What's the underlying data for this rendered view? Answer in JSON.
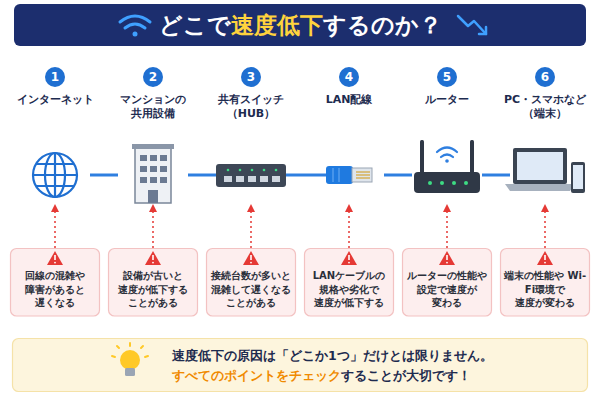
{
  "diagram": {
    "title": "どこで速度低下するのか？",
    "nodes": [
      {
        "text": [
          "1",
          "インターネット"
        ]
      },
      {
        "text": [
          "2",
          "マンションの 共用設備"
        ]
      },
      {
        "text": [
          "3",
          "共有スイッチ （HUB）"
        ]
      },
      {
        "text": [
          "4",
          "LAN配線"
        ]
      },
      {
        "text": [
          "5",
          "ルーター"
        ]
      },
      {
        "text": [
          "6",
          "PC・スマホなど （端末）"
        ]
      },
      {
        "text": [
          "回線の混雑や 障害があると 遅くなる"
        ]
      },
      {
        "text": [
          "設備が古いと 速度が低下する ことがある"
        ]
      },
      {
        "text": [
          "接続台数が多いと 混雑して遅くなる ことがある"
        ]
      },
      {
        "text": [
          "LANケーブルの 規格や劣化で 速度が低下する"
        ]
      },
      {
        "text": [
          "ルーターの性能や 設定で速度が 変わる"
        ]
      },
      {
        "text": [
          "端末の性能や Wi-Fi環境で 速度が変わる"
        ]
      },
      {
        "text": [
          "速度低下の原因は「どこか1つ」だけとは限りません。",
          "すべてのポイントをチェックすることが大切です！"
        ]
      }
    ],
    "edges": [
      {
        "from": 0,
        "to": 1,
        "arrow": "none"
      },
      {
        "from": 1,
        "to": 2,
        "arrow": "none"
      },
      {
        "from": 2,
        "to": 3,
        "arrow": "none"
      },
      {
        "from": 3,
        "to": 4,
        "arrow": "none"
      },
      {
        "from": 4,
        "to": 5,
        "arrow": "none"
      },
      {
        "from": 6,
        "to": 0,
        "arrow": "to"
      },
      {
        "from": 7,
        "to": 1,
        "arrow": "to"
      },
      {
        "from": 8,
        "to": 2,
        "arrow": "to"
      },
      {
        "from": 9,
        "to": 3,
        "arrow": "to"
      },
      {
        "from": 10,
        "to": 4,
        "arrow": "to"
      },
      {
        "from": 11,
        "to": 5,
        "arrow": "to"
      }
    ]
  }
}
